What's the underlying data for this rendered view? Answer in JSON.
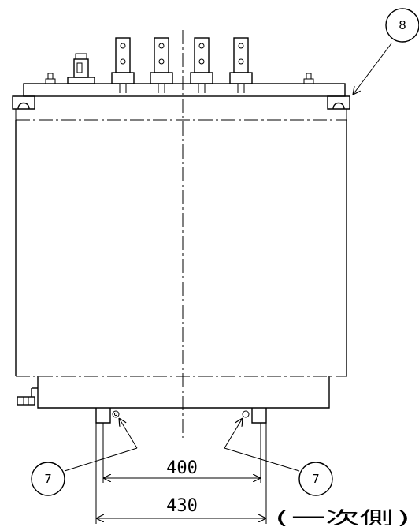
{
  "drawing": {
    "balloon_top": "8",
    "balloon_left": "7",
    "balloon_right": "7",
    "dim_inner": "400",
    "dim_outer": "430",
    "side_note": "(一次側)"
  }
}
